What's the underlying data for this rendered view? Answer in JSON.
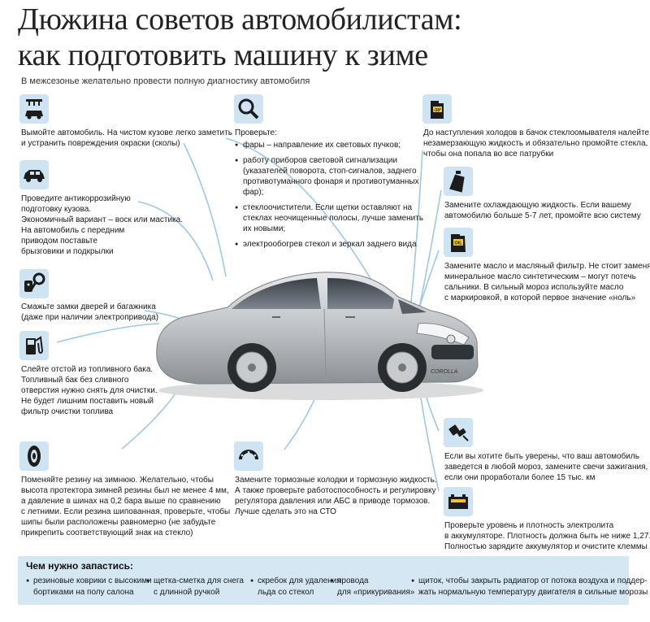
{
  "title": {
    "line1": "Дюжина советов автомобилистам:",
    "line2": "как подготовить машину к зиме"
  },
  "subtitle": "В межсезонье желательно провести полную диагностику автомобиля",
  "colors": {
    "accent_light": "#cfe4f2",
    "panel": "#d5e7f3",
    "line": "#9cc9e6",
    "icon_dark": "#1c1c1c"
  },
  "tips": {
    "wash": {
      "icon": "car-wash-icon",
      "lines": [
        "Вымойте автомобиль. На чистом кузове легко заметить",
        "и устранить повреждения окраски (сколы)"
      ]
    },
    "anticorrosion": {
      "icon": "car-icon",
      "lines": [
        "Проведите антикоррозийную",
        "подготовку кузова.",
        "Экономичный вариант – воск или мастика.",
        "На автомобиль  с передним",
        " приводом поставьте",
        "брызговики и подкрылки"
      ]
    },
    "locks": {
      "icon": "key-icon",
      "lines": [
        "Смажьте замки дверей и багажника",
        "(даже при наличии электропривода)"
      ]
    },
    "fuel": {
      "icon": "fuel-icon",
      "lines": [
        "Слейте отстой из топливного бака.",
        "Топливный бак без сливного",
        "отверстия нужно снять для очистки.",
        "Не будет лишним поставить новый",
        "фильтр очистки топлива"
      ]
    },
    "tires": {
      "icon": "tire-icon",
      "lines": [
        "Поменяйте резину на зимнюю. Желательно, чтобы",
        "высота протектора зимней резины был не менее 4 мм,",
        "а давление в шинах на 0,2 бара выше по сравнению",
        "с летними. Если резина шипованная, проверьте, чтобы",
        "шипы были расположены равномерно (не забудьте",
        "прикрепить соответствующий знак на стекло)"
      ]
    },
    "check": {
      "icon": "magnifier-icon",
      "heading": "Проверьте:",
      "items": [
        [
          "фары – направление их световых пучков;"
        ],
        [
          "работу приборов световой сигнализации",
          "(указателей поворота, стоп-сигналов, заднего",
          "противотуманного фонаря и противотуманных",
          "фар);"
        ],
        [
          " стеклоочистители. Если щетки оставляют на",
          "стеклах неочищенные полосы, лучше заменить",
          "их новыми;"
        ],
        [
          "электрообогрев стекол и зеркал заднего вида"
        ]
      ]
    },
    "brakes": {
      "icon": "brake-icon",
      "lines": [
        "Замените тормозные колодки и тормозную жидкость.",
        "А также проверьте работоспособность и регулировку",
        "регулятора давления или АБС в приводе тормозов.",
        "Лучше сделать это на СТО"
      ]
    },
    "washer": {
      "icon": "washer-fluid-icon",
      "badge": "-30°",
      "lines": [
        "До наступления холодов в бачок стеклоомывателя налейте",
        "незамерзающую жидкость и обязательно промойте стекла,",
        "чтобы она попала во все патрубки"
      ]
    },
    "coolant": {
      "icon": "coolant-icon",
      "lines": [
        "Замените охлаждающую жидкость. Если вашему",
        "автомобилю больше 5-7 лет, промойте всю систему"
      ]
    },
    "oil": {
      "icon": "oil-can-icon",
      "badge": "OIL",
      "lines": [
        "Замените масло и масляный фильтр. Не стоит заменять",
        "минеральное масло синтетическим – могут потечь",
        "сальники. В сильный мороз используйте масло",
        "с маркировкой, в которой первое значение «ноль»"
      ]
    },
    "sparks": {
      "icon": "spark-plug-icon",
      "lines": [
        "Если вы хотите быть уверены, что ваш автомобиль",
        "заведется в любой мороз, замените свечи зажигания,",
        "если они проработали более 15 тыс. км"
      ]
    },
    "battery": {
      "icon": "battery-icon",
      "lines": [
        "Проверьте уровень и плотность электролита",
        "в аккумуляторе. Плотность должна быть не ниже 1,27.",
        "Полностью зарядите аккумулятор и очистите клеммы"
      ]
    }
  },
  "car": {
    "badge_model": "COROLLA"
  },
  "supplies": {
    "title": "Чем нужно запастись:",
    "items": [
      [
        "резиновые коврики с высокими",
        "бортиками на полу салона"
      ],
      [
        "щетка-сметка для снега",
        "с длинной ручкой"
      ],
      [
        "скребок для удаления",
        "льда со стекол"
      ],
      [
        "провода",
        "для «прикуривания»"
      ],
      [
        "щиток, чтобы закрыть радиатор от потока воздуха и поддер-",
        "жать нормальную температуру двигателя в сильные морозы"
      ]
    ]
  }
}
